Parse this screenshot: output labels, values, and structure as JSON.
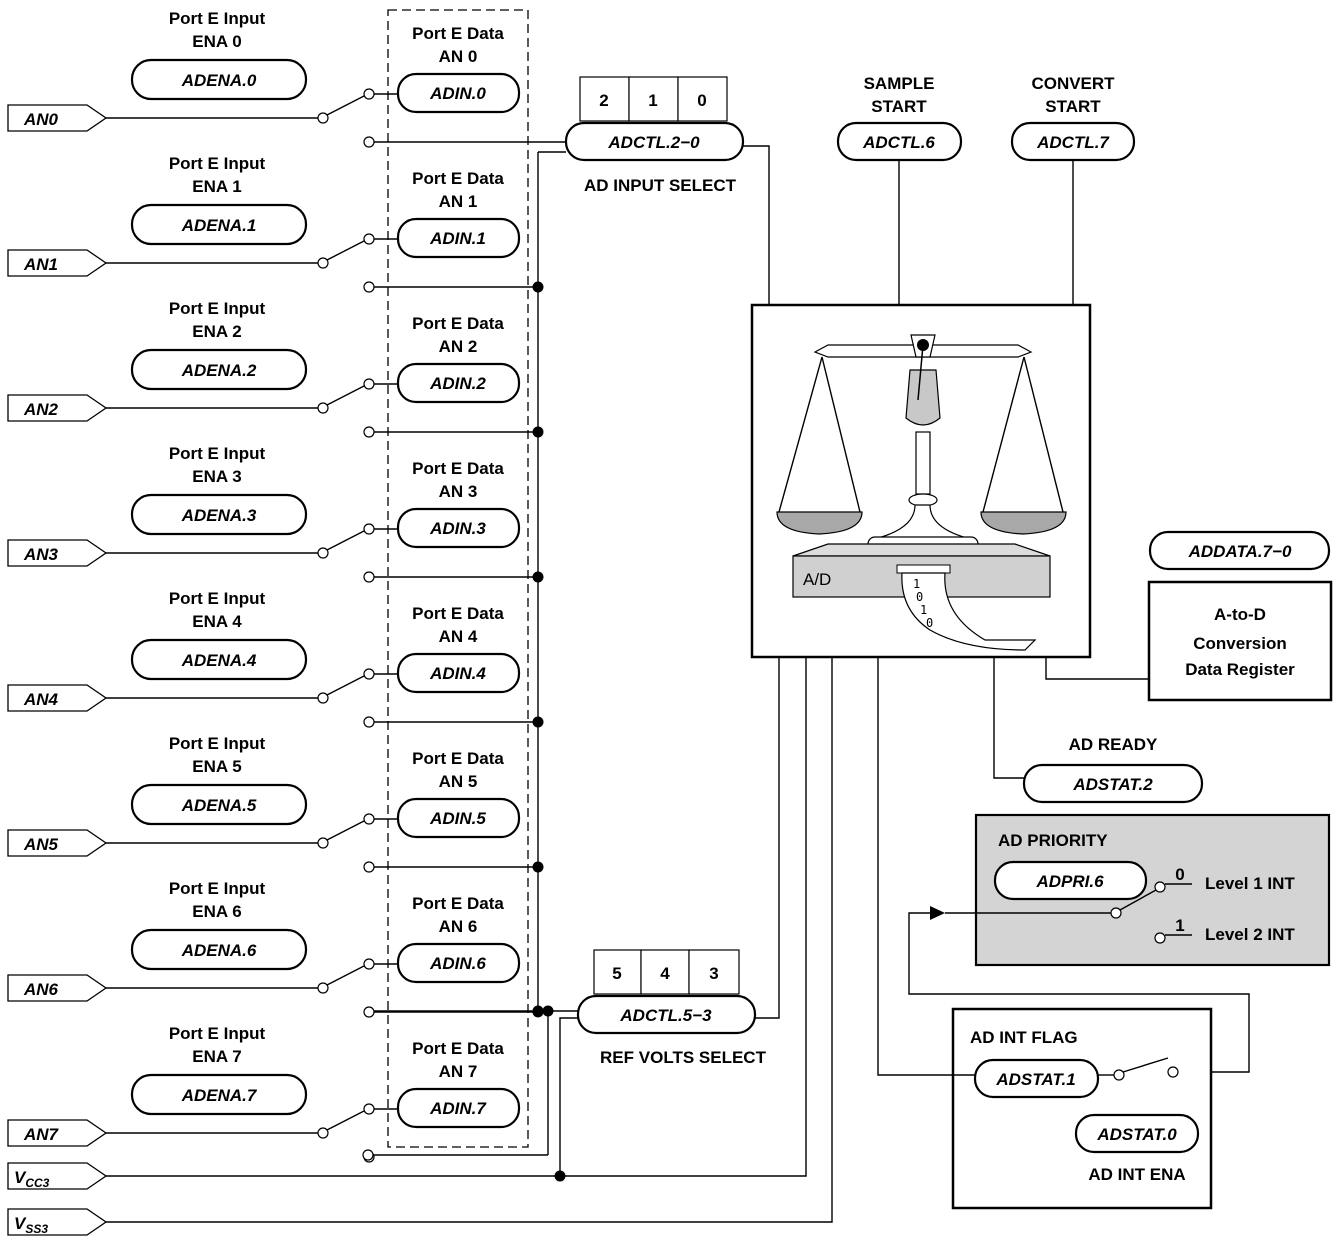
{
  "channels": [
    {
      "enable_title": "Port E Input",
      "enable_sub": "ENA 0",
      "enable_reg": "ADENA.0",
      "data_title": "Port E Data",
      "data_sub": "AN 0",
      "data_reg": "ADIN.0",
      "pin": "AN0"
    },
    {
      "enable_title": "Port E Input",
      "enable_sub": "ENA 1",
      "enable_reg": "ADENA.1",
      "data_title": "Port E Data",
      "data_sub": "AN 1",
      "data_reg": "ADIN.1",
      "pin": "AN1"
    },
    {
      "enable_title": "Port E Input",
      "enable_sub": "ENA 2",
      "enable_reg": "ADENA.2",
      "data_title": "Port E Data",
      "data_sub": "AN 2",
      "data_reg": "ADIN.2",
      "pin": "AN2"
    },
    {
      "enable_title": "Port E Input",
      "enable_sub": "ENA 3",
      "enable_reg": "ADENA.3",
      "data_title": "Port E Data",
      "data_sub": "AN 3",
      "data_reg": "ADIN.3",
      "pin": "AN3"
    },
    {
      "enable_title": "Port E Input",
      "enable_sub": "ENA 4",
      "enable_reg": "ADENA.4",
      "data_title": "Port E Data",
      "data_sub": "AN 4",
      "data_reg": "ADIN.4",
      "pin": "AN4"
    },
    {
      "enable_title": "Port E Input",
      "enable_sub": "ENA 5",
      "enable_reg": "ADENA.5",
      "data_title": "Port E Data",
      "data_sub": "AN 5",
      "data_reg": "ADIN.5",
      "pin": "AN5"
    },
    {
      "enable_title": "Port E Input",
      "enable_sub": "ENA 6",
      "enable_reg": "ADENA.6",
      "data_title": "Port E Data",
      "data_sub": "AN 6",
      "data_reg": "ADIN.6",
      "pin": "AN6"
    },
    {
      "enable_title": "Port E Input",
      "enable_sub": "ENA 7",
      "enable_reg": "ADENA.7",
      "data_title": "Port E Data",
      "data_sub": "AN 7",
      "data_reg": "ADIN.7",
      "pin": "AN7"
    }
  ],
  "input_select": {
    "bits": [
      "2",
      "1",
      "0"
    ],
    "reg": "ADCTL.2−0",
    "caption": "AD INPUT SELECT"
  },
  "ref_select": {
    "bits": [
      "5",
      "4",
      "3"
    ],
    "reg": "ADCTL.5−3",
    "caption": "REF VOLTS SELECT"
  },
  "sample_start": {
    "line1": "SAMPLE",
    "line2": "START",
    "reg": "ADCTL.6"
  },
  "convert_start": {
    "line1": "CONVERT",
    "line2": "START",
    "reg": "ADCTL.7"
  },
  "converter": {
    "label": "A/D",
    "tape_digits": [
      "1",
      "0",
      "1",
      "0"
    ]
  },
  "data_register": {
    "reg": "ADDATA.7−0",
    "line1": "A-to-D",
    "line2": "Conversion",
    "line3": "Data Register"
  },
  "ready": {
    "caption": "AD READY",
    "reg": "ADSTAT.2"
  },
  "priority": {
    "caption": "AD PRIORITY",
    "reg": "ADPRI.6",
    "opt0_bit": "0",
    "opt0_label": "Level 1 INT",
    "opt1_bit": "1",
    "opt1_label": "Level 2 INT",
    "fill": "#d4d4d4"
  },
  "int_flag": {
    "caption": "AD INT FLAG",
    "flag_reg": "ADSTAT.1",
    "ena_reg": "ADSTAT.0",
    "ena_caption": "AD INT ENA"
  },
  "vcc": {
    "base": "V",
    "sub": "CC3"
  },
  "vss": {
    "base": "V",
    "sub": "SS3"
  }
}
